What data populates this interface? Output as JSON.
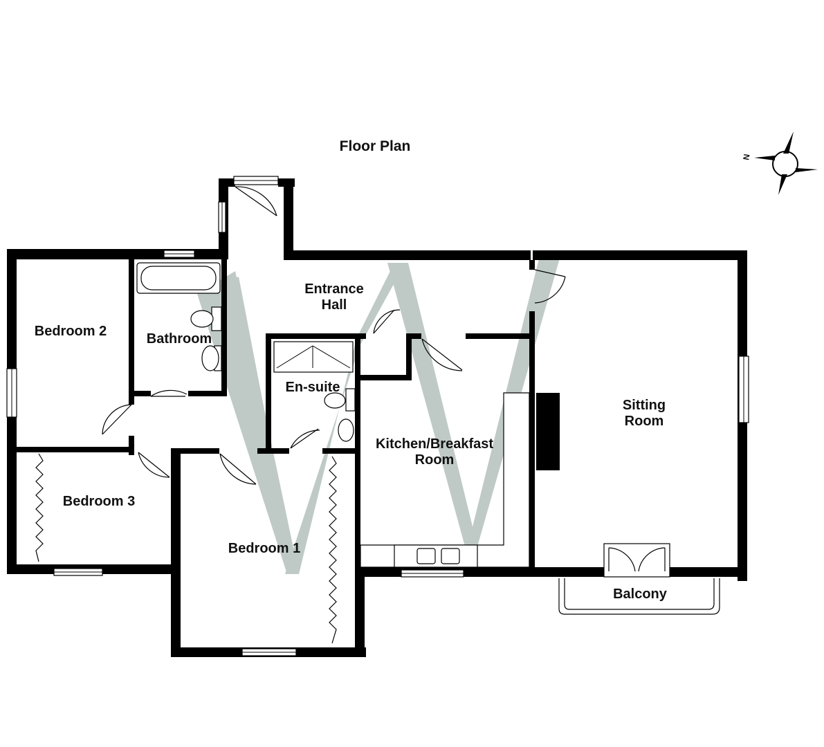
{
  "title": "Floor Plan",
  "compass": {
    "north_label": "N"
  },
  "rooms": {
    "bedroom2": "Bedroom 2",
    "bathroom": "Bathroom",
    "entrance_hall": [
      "Entrance",
      "Hall"
    ],
    "en_suite": "En-suite",
    "kitchen_breakfast": [
      "Kitchen/Breakfast",
      "Room"
    ],
    "sitting_room": [
      "Sitting",
      "Room"
    ],
    "bedroom3": "Bedroom 3",
    "bedroom1": "Bedroom 1",
    "balcony": "Balcony"
  },
  "colors": {
    "wall": "#000000",
    "watermark": "#b9c5c2",
    "background": "#ffffff",
    "text": "#111111"
  },
  "icons": [
    "compass-icon",
    "watermark-w-logo"
  ]
}
